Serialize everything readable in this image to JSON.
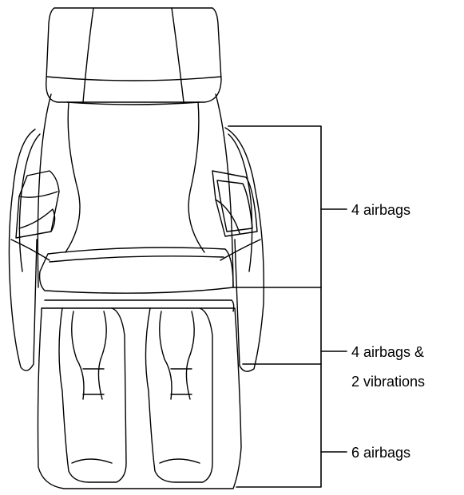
{
  "labels": {
    "upper": "4 airbags",
    "middle_line1": "4 airbags &",
    "middle_line2": "2 vibrations",
    "lower": "6 airbags"
  },
  "colors": {
    "stroke": "#000000",
    "background": "#ffffff"
  }
}
